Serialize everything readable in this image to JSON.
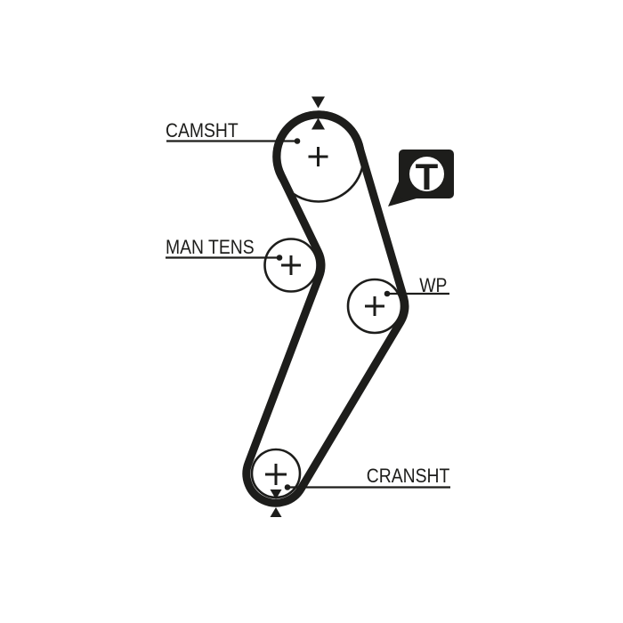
{
  "diagram": {
    "type": "timing-belt-routing",
    "line_color": "#1d1d1b",
    "background_color": "#ffffff",
    "labels": {
      "camshaft": "CAMSHT",
      "tensioner": "MAN TENS",
      "water_pump": "WP",
      "crankshaft": "CRANSHT"
    },
    "badge": {
      "text": "T",
      "meaning": "timing-mark-badge"
    },
    "icons": {
      "alignment_marks": "opposed-triangle-arrows"
    }
  }
}
